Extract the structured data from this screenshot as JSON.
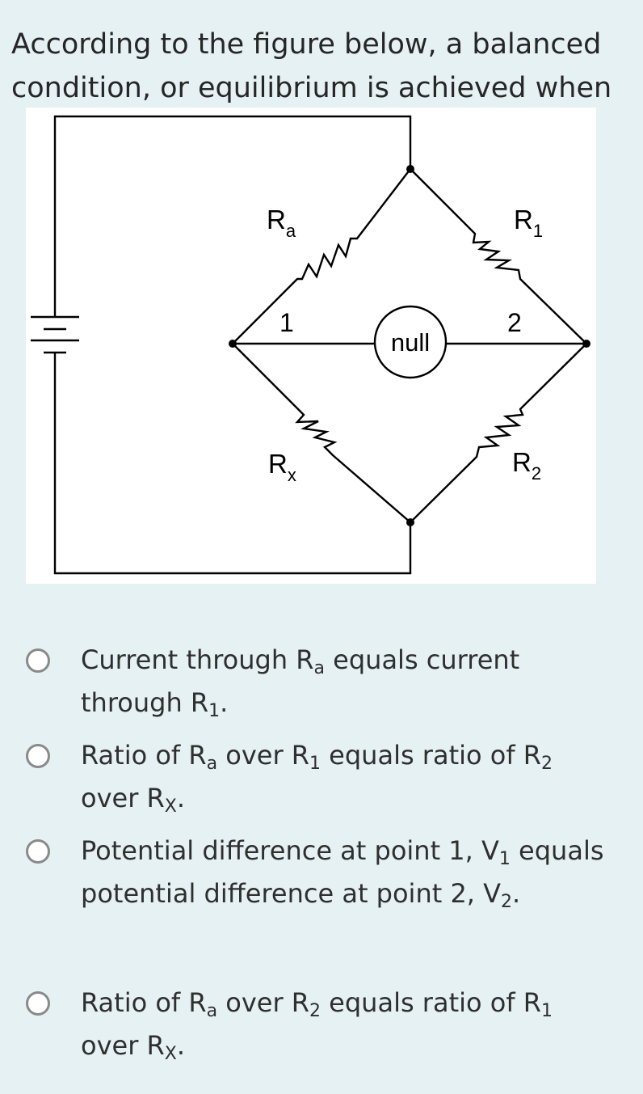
{
  "question": {
    "text": "According to the figure below, a balanced condition, or equilibrium is achieved when"
  },
  "figure": {
    "resistor_a": {
      "main": "R",
      "sub": "a"
    },
    "resistor_1": {
      "main": "R",
      "sub": "1"
    },
    "resistor_x": {
      "main": "R",
      "sub": "x"
    },
    "resistor_2": {
      "main": "R",
      "sub": "2"
    },
    "point_1": "1",
    "point_2": "2",
    "null_meter": "null"
  },
  "options": [
    {
      "parts": [
        "Current through R",
        "a",
        " equals current through R",
        "1",
        "."
      ]
    },
    {
      "parts": [
        "Ratio of R",
        "a",
        " over R",
        "1",
        " equals ratio of R",
        "2",
        " over R",
        "X",
        "."
      ]
    },
    {
      "parts": [
        "Potential difference at point 1, V",
        "1",
        " equals potential difference at point 2, V",
        "2",
        "."
      ]
    },
    {
      "parts": [
        "Ratio of R",
        "a",
        " over R",
        "2",
        " equals ratio of R",
        "1",
        " over R",
        "X",
        "."
      ]
    }
  ]
}
